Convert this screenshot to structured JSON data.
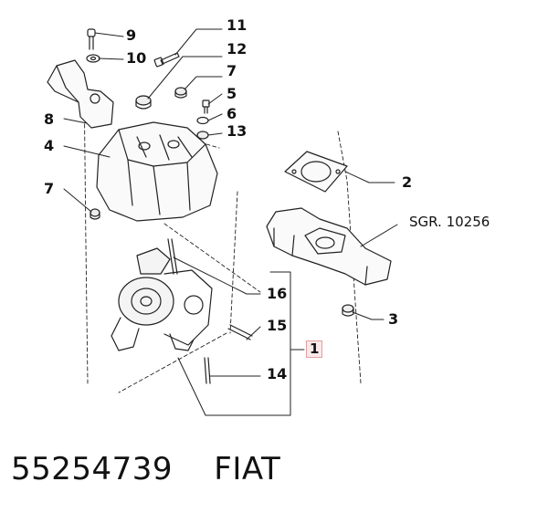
{
  "callouts": {
    "c1": "1",
    "c2": "2",
    "c3": "3",
    "c4": "4",
    "c5": "5",
    "c6": "6",
    "c7a": "7",
    "c7b": "7",
    "c8": "8",
    "c9": "9",
    "c10": "10",
    "c11": "11",
    "c12": "12",
    "c13": "13",
    "c14": "14",
    "c15": "15",
    "c16": "16",
    "sgr": "SGR. 10256"
  },
  "caption": {
    "part_number": "55254739",
    "brand": "FIAT"
  }
}
